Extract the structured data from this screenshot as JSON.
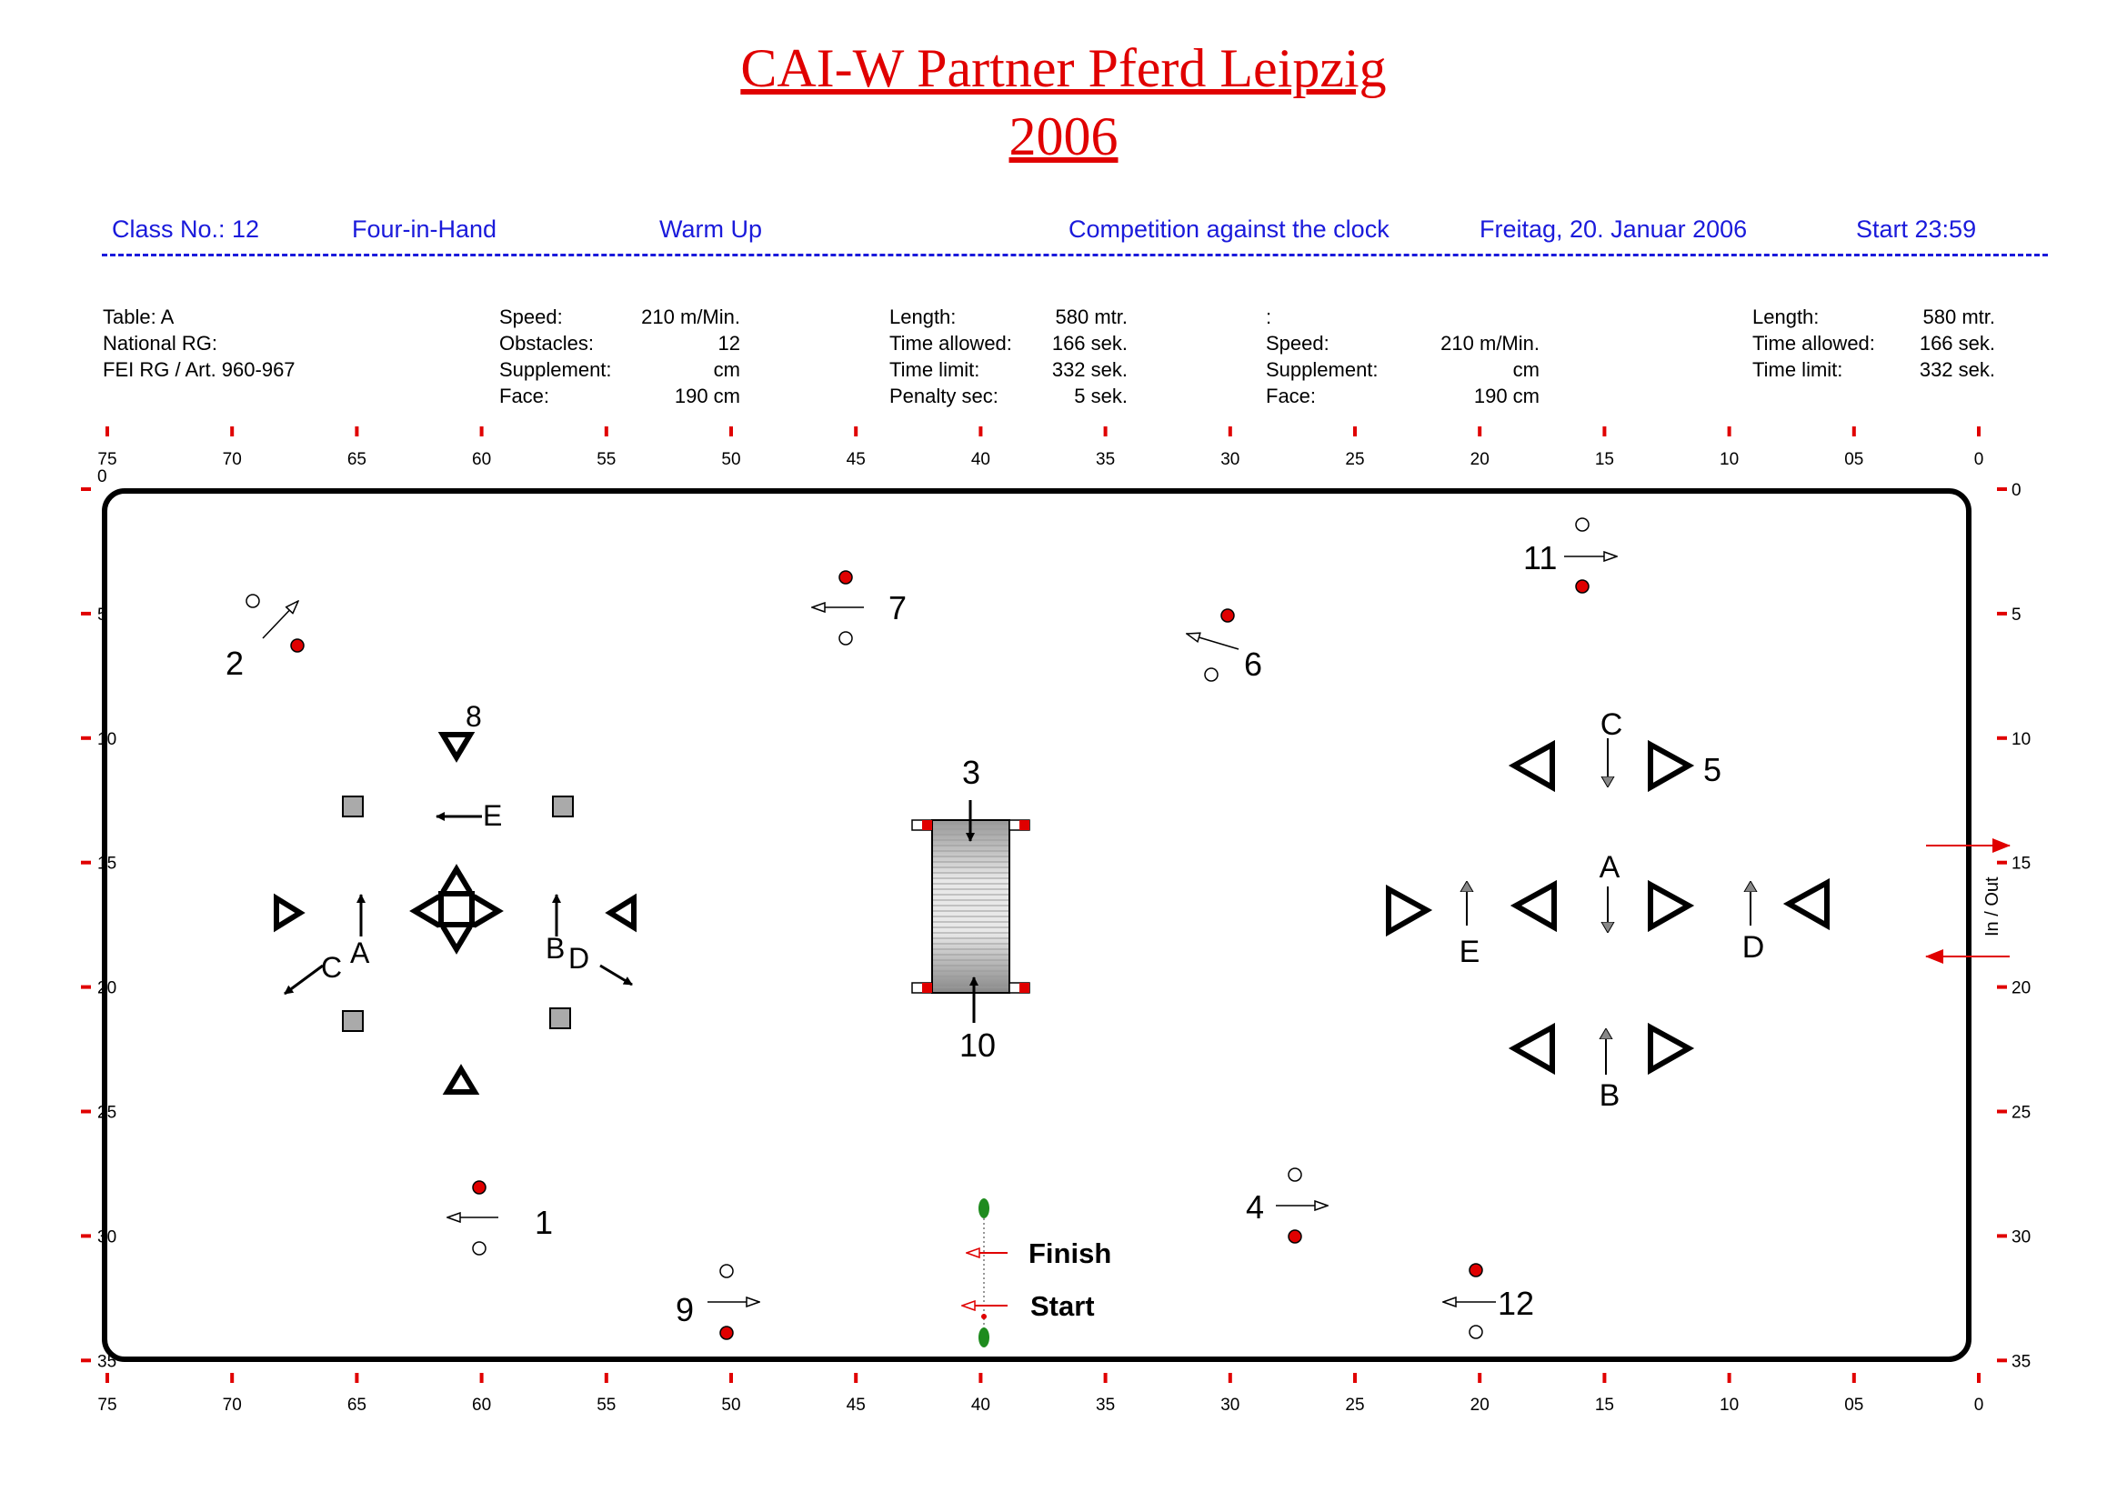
{
  "title": {
    "line1": "CAI-W Partner Pferd Leipzig",
    "line2": "2006"
  },
  "header": {
    "class_no": "Class No.: 12",
    "discipline": "Four-in-Hand",
    "competition": "Warm Up",
    "type": "Competition against the clock",
    "date": "Freitag, 20. Januar 2006",
    "start": "Start 23:59"
  },
  "info": {
    "col1": [
      "Table: A",
      "National RG:",
      "FEI RG / Art. 960-967"
    ],
    "col2": {
      "labels": [
        "Speed:",
        "Obstacles:",
        "Supplement:",
        "Face:"
      ],
      "values": [
        "210 m/Min.",
        "12",
        "cm",
        "190 cm"
      ]
    },
    "col3": {
      "labels": [
        "Length:",
        "Time allowed:",
        "Time limit:",
        "Penalty sec:"
      ],
      "values": [
        "580 mtr.",
        "166 sek.",
        "332 sek.",
        "5 sek."
      ]
    },
    "col4": {
      "labels": [
        ":",
        "Speed:",
        "Supplement:",
        "Face:"
      ],
      "values": [
        "",
        "210 m/Min.",
        "cm",
        "190 cm"
      ]
    },
    "col5": {
      "labels": [
        "Length:",
        "Time allowed:",
        "Time limit:"
      ],
      "values": [
        "580 mtr.",
        "166 sek.",
        "332 sek."
      ]
    }
  },
  "scales": {
    "x_ticks": [
      "75",
      "70",
      "65",
      "60",
      "55",
      "50",
      "45",
      "40",
      "35",
      "30",
      "25",
      "20",
      "15",
      "10",
      "05",
      "0"
    ],
    "y_ticks": [
      "0",
      "5",
      "10",
      "15",
      "20",
      "25",
      "30",
      "35"
    ],
    "in_out_label": "In / Out"
  },
  "labels": {
    "obstacle_numbers": [
      "1",
      "2",
      "3",
      "4",
      "5",
      "6",
      "7",
      "8",
      "9",
      "10",
      "11",
      "12"
    ],
    "complex_left": [
      "A",
      "B",
      "C",
      "D",
      "E"
    ],
    "complex_right": [
      "A",
      "B",
      "C",
      "D",
      "E"
    ],
    "finish": "Finish",
    "start": "Start"
  },
  "colors": {
    "title": "#e00000",
    "header": "#1a1adb",
    "flag_red": "#e00000",
    "start_green": "#1e8b1e",
    "block_gray": "#aaaaaa"
  }
}
